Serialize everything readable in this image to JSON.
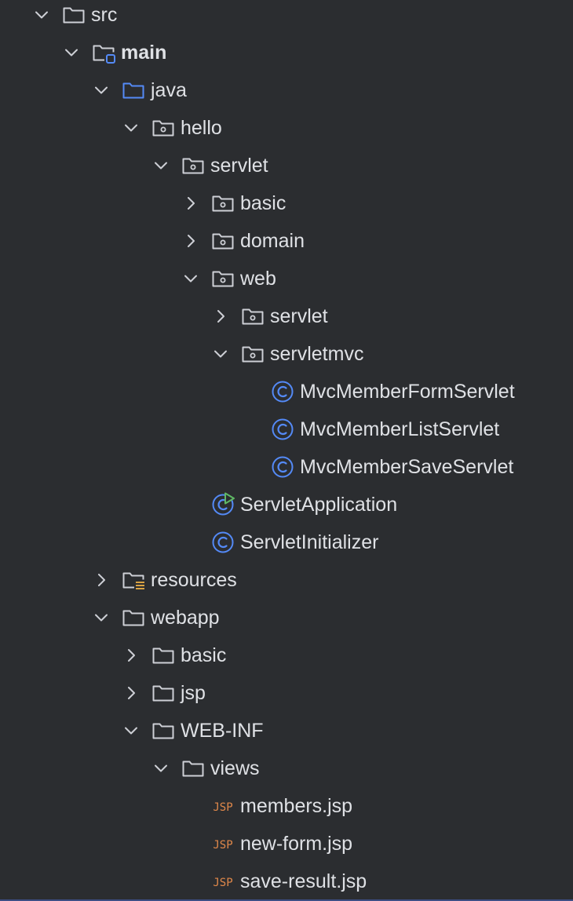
{
  "tree": {
    "src": "src",
    "main": "main",
    "java": "java",
    "hello": "hello",
    "servlet": "servlet",
    "basic": "basic",
    "domain": "domain",
    "web": "web",
    "web_servlet": "servlet",
    "servletmvc": "servletmvc",
    "form_servlet": "MvcMemberFormServlet",
    "list_servlet": "MvcMemberListServlet",
    "save_servlet": "MvcMemberSaveServlet",
    "servlet_application": "ServletApplication",
    "servlet_initializer": "ServletInitializer",
    "resources": "resources",
    "webapp": "webapp",
    "webapp_basic": "basic",
    "jsp": "jsp",
    "web_inf": "WEB-INF",
    "views": "views",
    "members_jsp": "members.jsp",
    "new_form_jsp": "new-form.jsp",
    "save_result_jsp": "save-result.jsp",
    "jsp_badge": "JSP"
  },
  "colors": {
    "background": "#2b2d30",
    "text": "#dfe1e5",
    "icon_gray": "#ced0d6",
    "source_blue": "#548af7",
    "class_blue": "#548af7",
    "run_green": "#5fb865",
    "jsp_orange": "#e0884a",
    "resource_yellow": "#d9a343"
  }
}
